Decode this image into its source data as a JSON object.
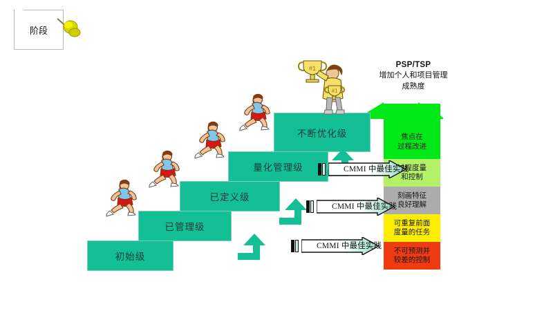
{
  "note": {
    "label": "阶段",
    "pin_icon": "pushpin-icon"
  },
  "header": {
    "title": "PSP/TSP",
    "subtitle_line1": "增加个人和项目管理",
    "subtitle_line2": "成熟度"
  },
  "stairs": [
    {
      "label": "初始级",
      "level": 1
    },
    {
      "label": "已管理级",
      "level": 2
    },
    {
      "label": "已定义级",
      "level": 3
    },
    {
      "label": "量化管理级",
      "level": 4
    },
    {
      "label": "不断优化级",
      "level": 5
    }
  ],
  "callouts": [
    {
      "label": "CMMI 中最佳实践"
    },
    {
      "label": "CMMI 中最佳实践"
    },
    {
      "label": "CMMI 中最佳实践"
    }
  ],
  "maturity_column": [
    {
      "line1": "焦点在",
      "line2": "过程改进",
      "color": "#00e817"
    },
    {
      "line1": "过程度量",
      "line2": "和控制",
      "color": "#b4f06a"
    },
    {
      "line1": "刻画特征",
      "line2": "良好理解",
      "color": "#acacac"
    },
    {
      "line1": "可重复前面",
      "line2": "度量的任务",
      "color": "#ffee00"
    },
    {
      "line1": "不可预测并",
      "line2": "较差的控制",
      "color": "#f03b12"
    }
  ],
  "colors": {
    "stair_teal": "#14bf96",
    "arrow_green": "#00e817",
    "accent_black": "#111111"
  },
  "figures": {
    "runner_icon": "runner-icon",
    "winner_icon": "trophy-winner-icon"
  }
}
